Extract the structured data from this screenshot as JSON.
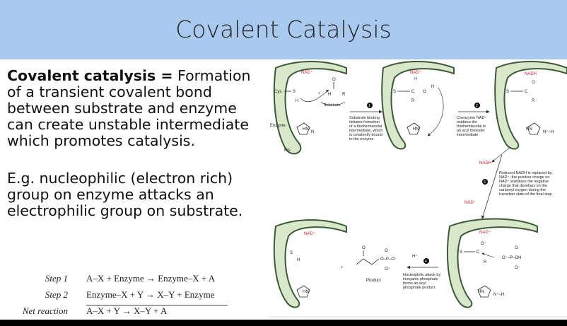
{
  "title": "Covalent Catalysis",
  "definition": {
    "term": "Covalent catalysis =",
    "text": " Formation of a transient covalent bond between substrate and enzyme can create unstable intermediate which promotes catalysis."
  },
  "example": "E.g. nucleophilic (electron rich) group on enzyme attacks an electrophilic group on substrate.",
  "steps": [
    {
      "label": "Step 1",
      "equation": "A–X + Enzyme → Enzyme–X + A"
    },
    {
      "label": "Step 2",
      "equation": "Enzyme–X + Y → X–Y + Enzyme"
    },
    {
      "label": "Net reaction",
      "equation": "A–X + Y → X–Y + A"
    }
  ],
  "diagram": {
    "nad_plus": "NAD⁺",
    "nadh": "NADH",
    "cys": "Cys",
    "his": "His",
    "enzyme": "Enzyme",
    "substrate": "Substrate",
    "product": "Product",
    "step1_num": "1",
    "step2_num": "2",
    "step3_num": "3",
    "step4_num": "4",
    "step1_text": [
      "Substrate binding",
      "initiates formation",
      "of a thiohemiacetal",
      "intermediate, which",
      "is covalently bound",
      "to the enzyme"
    ],
    "step2_text": [
      "Coenzyme NAD⁺",
      "oxidizes the",
      "thiohemiacetal to",
      "an acyl thioester",
      "intermediate"
    ],
    "step3_text": [
      "Reduced NADH is replaced by",
      "NAD⁺; the positive charge on",
      "NAD⁺ stabilizes the negative",
      "charge that develops on the",
      "carbonyl oxygen during the",
      "transition state of the final step"
    ],
    "step4_text": [
      "Nucleophilic attack by",
      "inorganic phosphate",
      "forms an acyl",
      "phosphate product"
    ],
    "h_plus": "H⁺",
    "colors": {
      "pocket": "#d8e8c8",
      "pocket_edge": "#3a5a3a",
      "nad": "#d0202a",
      "arrow": "#333333"
    }
  }
}
